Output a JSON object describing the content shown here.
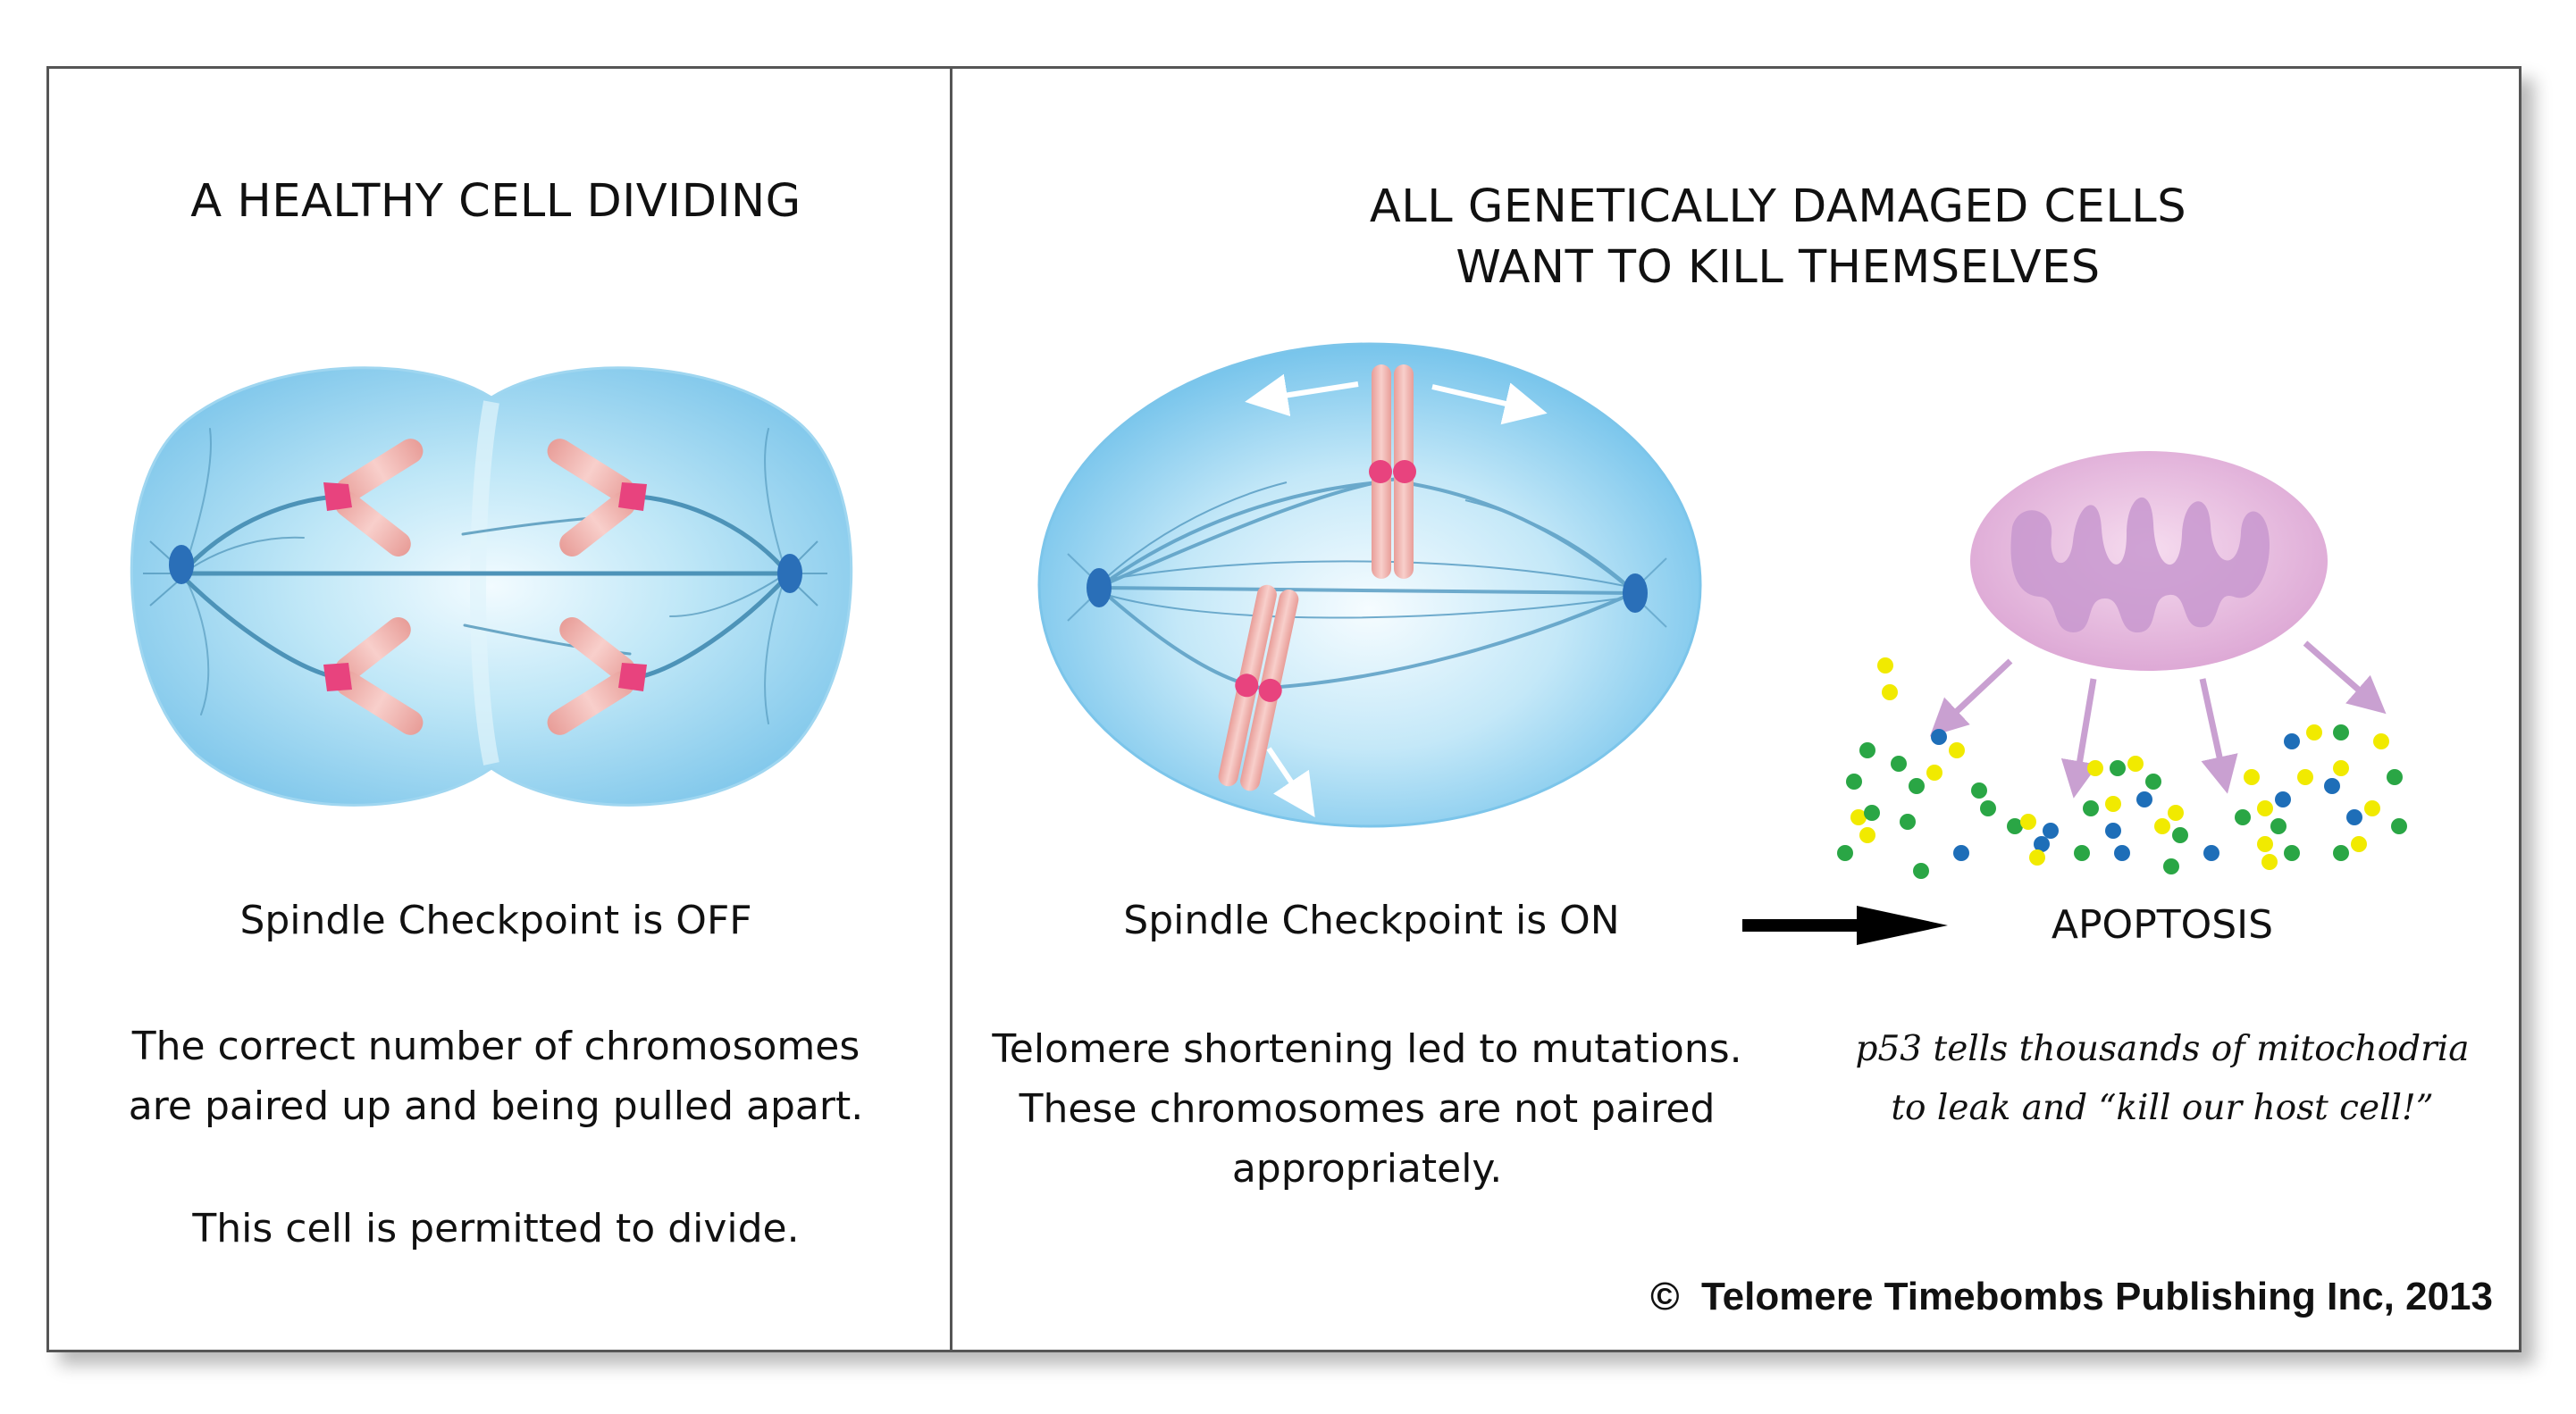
{
  "left_panel": {
    "title": "A HEALTHY CELL DIVIDING",
    "checkpoint_label": "Spindle Checkpoint is OFF",
    "description_line1": "The correct number of chromosomes",
    "description_line2": "are paired up and being pulled apart.",
    "permission_text": "This cell is permitted to divide."
  },
  "right_panel": {
    "title_line1": "ALL GENETICALLY DAMAGED CELLS",
    "title_line2": "WANT TO KILL THEMSELVES",
    "checkpoint_label": "Spindle Checkpoint is ON",
    "description_line1": "Telomere shortening led to mutations.",
    "description_line2": "These chromosomes are not paired",
    "description_line3": "appropriately.",
    "apoptosis_label": "APOPTOSIS",
    "p53_line1": "p53 tells thousands of mitochodria",
    "p53_line2": "to leak and “kill our host cell!”"
  },
  "copyright": "©  Telomere Timebombs Publishing Inc, 2013",
  "colors": {
    "cell_fill": "#8fd0ee",
    "cell_highlight": "#e4f5fc",
    "spindle": "#4d93b8",
    "centrosome": "#2a6fb8",
    "chromosome": "#f2b2ae",
    "centromere": "#e8437e",
    "mitochondrion": "#e7b6dc",
    "mitochondrion_cristae": "#c898cf",
    "leak_arrow": "#c9a0d1",
    "dot_green": "#2aa645",
    "dot_yellow": "#f1ea00",
    "dot_blue": "#1e6eb8"
  }
}
